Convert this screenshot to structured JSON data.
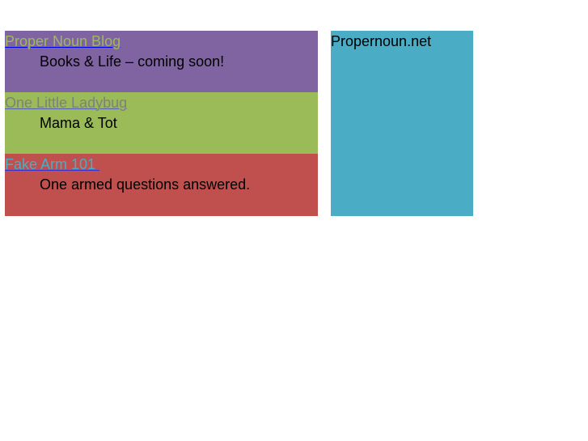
{
  "blogs": [
    {
      "title": "Proper Noun Blog",
      "description": "Books & Life – coming soon!",
      "background": "#8064a2",
      "link_color": "#9bbb59",
      "underline_color": "#0000ff"
    },
    {
      "title": "One Little Ladybug",
      "description": "Mama & Tot",
      "background": "#9bbb59",
      "link_color": "#7f7f7f",
      "underline_color": "#4f5fa8"
    },
    {
      "title": "Fake Arm 101 ",
      "description": "One armed questions answered.",
      "background": "#c0504d",
      "link_color": "#4bacc6",
      "underline_color": "#3b2fd0"
    }
  ],
  "sidebar": {
    "title": "Propernoun.net",
    "background": "#4bacc6"
  }
}
